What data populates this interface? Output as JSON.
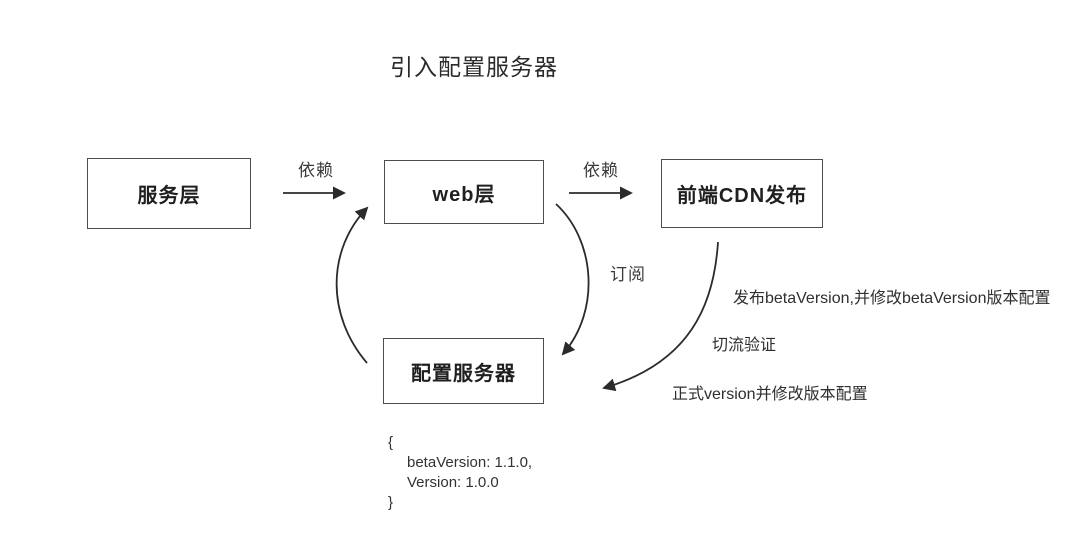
{
  "title": "引入配置服务器",
  "nodes": {
    "service": {
      "label": "服务层"
    },
    "web": {
      "label": "web层"
    },
    "cdn": {
      "label": "前端CDN发布"
    },
    "config": {
      "label": "配置服务器"
    }
  },
  "edges": {
    "service_to_web": {
      "label": "依赖"
    },
    "web_to_cdn": {
      "label": "依赖"
    },
    "web_to_config": {
      "label": "订阅"
    }
  },
  "annotations": {
    "beta_release": "发布betaVersion,并修改betaVersion版本配置",
    "traffic_switch": "切流验证",
    "official_release": "正式version并修改版本配置"
  },
  "code": {
    "line1": "{",
    "line2": "betaVersion: 1.1.0,",
    "line3": "Version: 1.0.0",
    "line4": "}"
  },
  "colors": {
    "background": "#ffffff",
    "arrow_stroke": "#2b2b2b",
    "box_border": "#4d4d4d",
    "text": "#2b2b2b"
  }
}
